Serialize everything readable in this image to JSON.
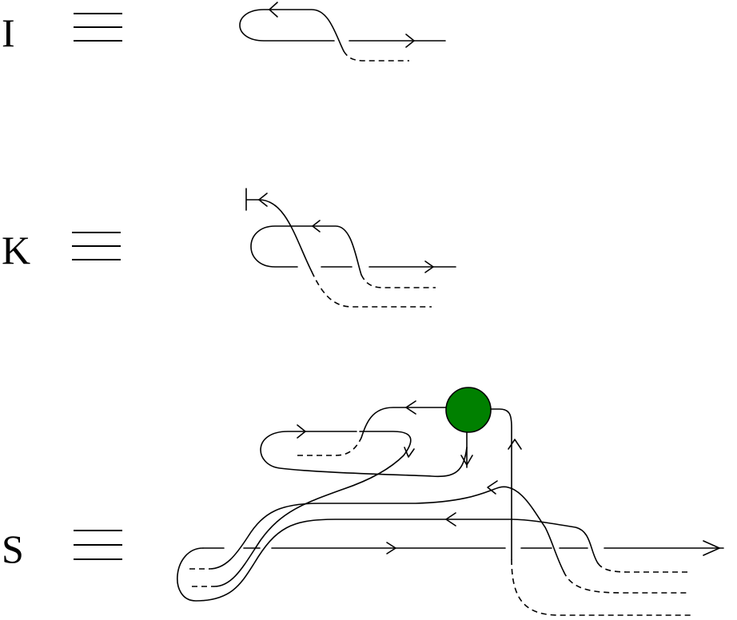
{
  "combinators": [
    {
      "id": "I",
      "label": "I",
      "equiv": "≡"
    },
    {
      "id": "K",
      "label": "K",
      "equiv": "≡"
    },
    {
      "id": "S",
      "label": "S",
      "equiv": "≡"
    }
  ],
  "colors": {
    "stroke": "#000000",
    "node_fill": "#008000"
  }
}
